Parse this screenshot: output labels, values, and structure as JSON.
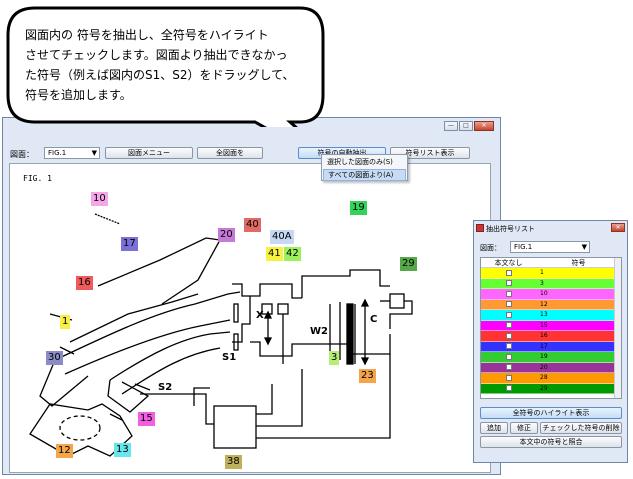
{
  "callout": {
    "text_lines": [
      "図面内の 符号を抽出し、全符号をハイライト",
      "させてチェックします。図面より抽出できなかっ",
      "た符号（例えば図内のS1、S2）をドラッグして、",
      "符号を追加します。"
    ]
  },
  "window": {
    "controls": {
      "minimize": "—",
      "maximize": "□",
      "close": "✕"
    },
    "toolbar": {
      "figure_label": "図面：",
      "figure_select": "FIG.1",
      "menu_button": "図面メニュー",
      "fit_button": "全図面を",
      "auto_extract_button": "符号の自動抽出",
      "list_button": "符号リスト表示"
    },
    "dropdown": {
      "items": [
        "選択した図面のみ(S)",
        "すべての図面より(A)"
      ]
    }
  },
  "drawing": {
    "fig_label": "FIG. 1",
    "tags": [
      {
        "label": "10",
        "color": "#f5a6e6"
      },
      {
        "label": "17",
        "color": "#7b6fd8"
      },
      {
        "label": "16",
        "color": "#f05a5a"
      },
      {
        "label": "1",
        "color": "#f7ef46"
      },
      {
        "label": "30",
        "color": "#8b8bc8"
      },
      {
        "label": "12",
        "color": "#f4a54a"
      },
      {
        "label": "13",
        "color": "#66e7f0"
      },
      {
        "label": "15",
        "color": "#f25fe0"
      },
      {
        "label": "20",
        "color": "#c67ad8"
      },
      {
        "label": "40",
        "color": "#e06a66"
      },
      {
        "label": "40A",
        "color": "#c6d8f4"
      },
      {
        "label": "41",
        "color": "#f7f23e"
      },
      {
        "label": "42",
        "color": "#9cf05c"
      },
      {
        "label": "19",
        "color": "#33d35a"
      },
      {
        "label": "29",
        "color": "#55a948"
      },
      {
        "label": "3",
        "color": "#b4ee72"
      },
      {
        "label": "23",
        "color": "#f4a54a"
      },
      {
        "label": "38",
        "color": "#bfae5a"
      }
    ],
    "plain_labels": [
      "X",
      "S1",
      "S2",
      "W2",
      "C"
    ]
  },
  "dialog": {
    "title": "抽出符号リスト",
    "close": "✕",
    "figure_label": "図面：",
    "figure_select": "FIG.1",
    "col_no_text": "本文なし",
    "col_symbol": "符号",
    "rows": [
      {
        "num": "1",
        "color": "#ffff00"
      },
      {
        "num": "3",
        "color": "#66ff33"
      },
      {
        "num": "10",
        "color": "#ff66ff"
      },
      {
        "num": "12",
        "color": "#ff9933"
      },
      {
        "num": "13",
        "color": "#00ffff"
      },
      {
        "num": "15",
        "color": "#ff00ff"
      },
      {
        "num": "16",
        "color": "#ff3333"
      },
      {
        "num": "17",
        "color": "#3333ff"
      },
      {
        "num": "19",
        "color": "#33cc33"
      },
      {
        "num": "20",
        "color": "#993399"
      },
      {
        "num": "28",
        "color": "#ff9900"
      },
      {
        "num": "29",
        "color": "#009900"
      }
    ],
    "buttons": {
      "highlight_all": "全符号のハイライト表示",
      "add": "追加",
      "edit": "修正",
      "delete_checked": "チェックした符号の削除",
      "match_text": "本文中の符号と照合"
    }
  }
}
